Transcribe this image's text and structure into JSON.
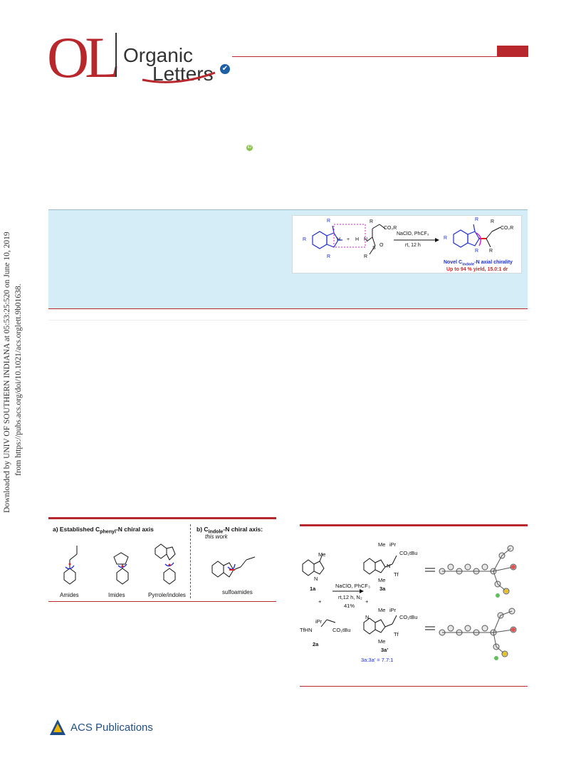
{
  "journal": {
    "logo_mark": "OL",
    "name_line1": "Organic",
    "name_line2": "Letters",
    "badge_icon": "open-access-check-icon"
  },
  "side_note": {
    "line1": "Downloaded by UNIV OF SOUTHERN INDIANA at 05:53:25:520 on June 10, 2019",
    "line2": "from https://pubs.acs.org/doi/10.1021/acs.orglett.9b01638."
  },
  "toc_graphic": {
    "reactant_r3": "R",
    "reactant_r2": "R",
    "reactant_r1": "R",
    "h_left": "H",
    "plus": "+",
    "h_right": "H",
    "r5": "R",
    "co2r6": "CO₂R",
    "n": "N",
    "s": "S",
    "o": "O",
    "r4": "R",
    "cond_top": "NaClO, PhCF₃",
    "cond_bottom": "rt, 12 h",
    "product_r3": "R",
    "product_r2": "R",
    "product_r1": "R",
    "product_r5": "R",
    "product_co2r6": "CO₂R",
    "product_r4": "R",
    "caption": "Novel C",
    "caption_sub": "indole",
    "caption_rest": "-N axial chirality",
    "yield": "Up to  94 % yield, 15.0:1 dr"
  },
  "figure1": {
    "panel_a_title": "a) Established C",
    "panel_a_sub": "phenyl",
    "panel_a_rest": "-N chiral axis",
    "panel_b_title": "b) C",
    "panel_b_sub": "indole",
    "panel_b_rest": "-N chiral axis:",
    "panel_b_note": "this work",
    "labels": [
      "Amides",
      "Imides",
      "Pyrrole/indoles",
      "sulfoamides"
    ]
  },
  "scheme1": {
    "sm1_label": "1a",
    "sm2_label": "2a",
    "prod1_label": "3a",
    "prod2_label": "3a'",
    "me": "Me",
    "ipr": "iPr",
    "co2tbu": "CO₂tBu",
    "tf": "Tf",
    "tfhn": "TfHN",
    "n": "N",
    "cond_top": "NaClO, PhCF₃",
    "cond_mid": "rt,12 h, N₂",
    "cond_yield": "41%",
    "plus": "+",
    "ratio": "3a:3a' = 7.7:1"
  },
  "publisher": {
    "name": "ACS Publications"
  },
  "colors": {
    "brand_red": "#b8272c",
    "abstract_bg": "#d4edf7",
    "highlight_blue": "#1f2fd0",
    "highlight_red": "#e01e1e",
    "magenta": "#d61fd6"
  }
}
